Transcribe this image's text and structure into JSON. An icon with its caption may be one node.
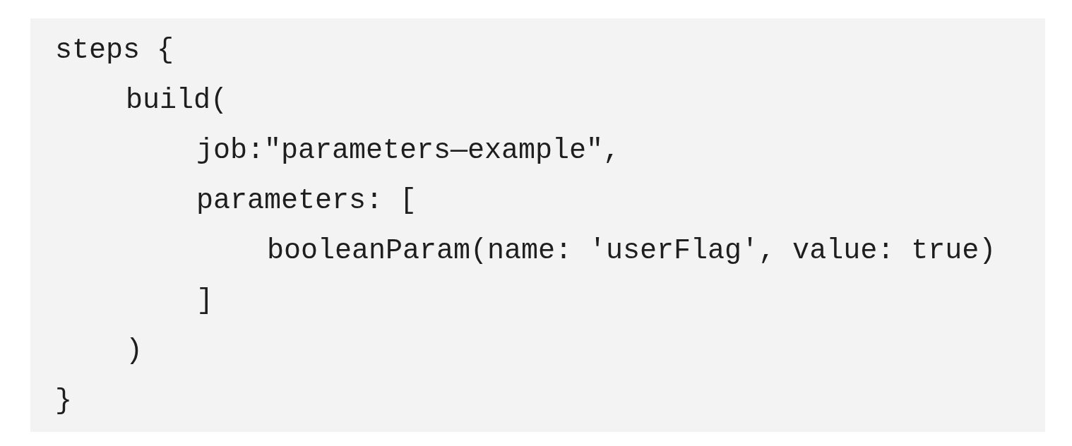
{
  "diagram": {
    "labels": [
      "steps {",
      "build(",
      "job:\"parameters—example\",",
      "parameters: [",
      "booleanParam(name: 'userFlag', value: true)",
      "]",
      ")",
      "}"
    ]
  }
}
